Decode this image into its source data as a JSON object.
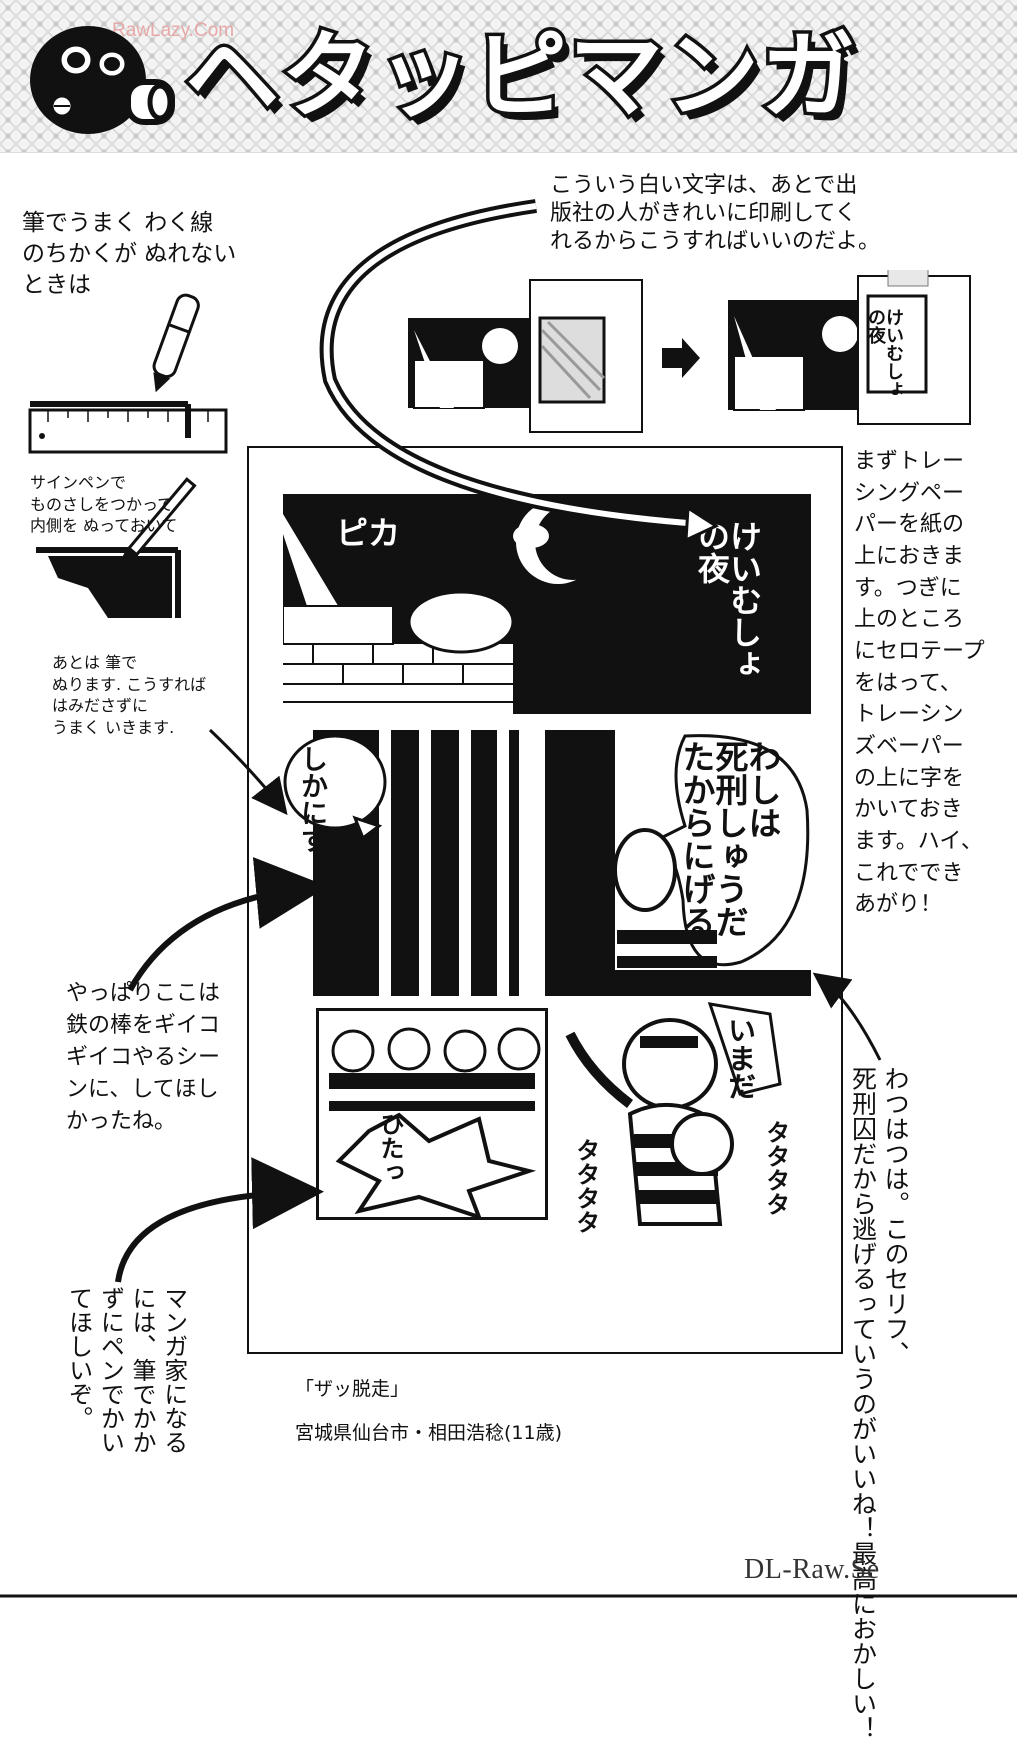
{
  "watermarks": {
    "top": "RawLazy.Com",
    "bottom": "DL-Raw.Se"
  },
  "header": {
    "title": "ヘタッピマンガ"
  },
  "top_note": "こういう白い文字は、あとで出\n版社の人がきれいに印刷してく\nれるからこうすればいいのだよ。",
  "left_tip": {
    "heading": "筆でうまく わく線\nのちかくが ぬれない\nときは",
    "step1": "サインペンで\nものさしをつかって\n内側を ぬっておいて",
    "step2": "あとは 筆で\nぬります. こうすれば\nはみださずに\nうまく いきます."
  },
  "right_note": "まずトレー\nシングペー\nパーを紙の\n上におきま\nす。つぎに\n上のところ\nにセロテープ\nをはって、\nトレーシン\nズベーパー\nの上に字を\nかいておき\nます。ハイ、\nこれででき\nあがり！",
  "left_comment_1": "やっぱりここは\n鉄の棒をギイコ\nギイコやるシー\nンに、してほし\nかったね。",
  "left_comment_2": "マンガ家になる\nには、筆でかか\nずにペンでかい\nてほしいぞ。",
  "right_comment": "わつはつは。このセリフ、\n死刑囚だから逃げるっていうのがいいね！最高におかしい！",
  "example_caption": "けいむしょ\nの夜",
  "comic": {
    "sfx_pika": "ピカ",
    "caption": "けいむしょ\nの夜",
    "bubble_1": "しかにず",
    "bubble_2": "わしは\n死刑しゅうだ\nたからにげる",
    "bubble_3": "いまだ",
    "sfx_1": "ひたっ",
    "sfx_2": "タタタタ",
    "sfx_3": "タタタタ"
  },
  "credit": {
    "title": "「ザッ脱走」",
    "author": "宮城県仙台市・相田浩稔(11歳)"
  },
  "colors": {
    "ink": "#111111",
    "paper": "#ffffff",
    "watermark": "#e7a8a8"
  }
}
